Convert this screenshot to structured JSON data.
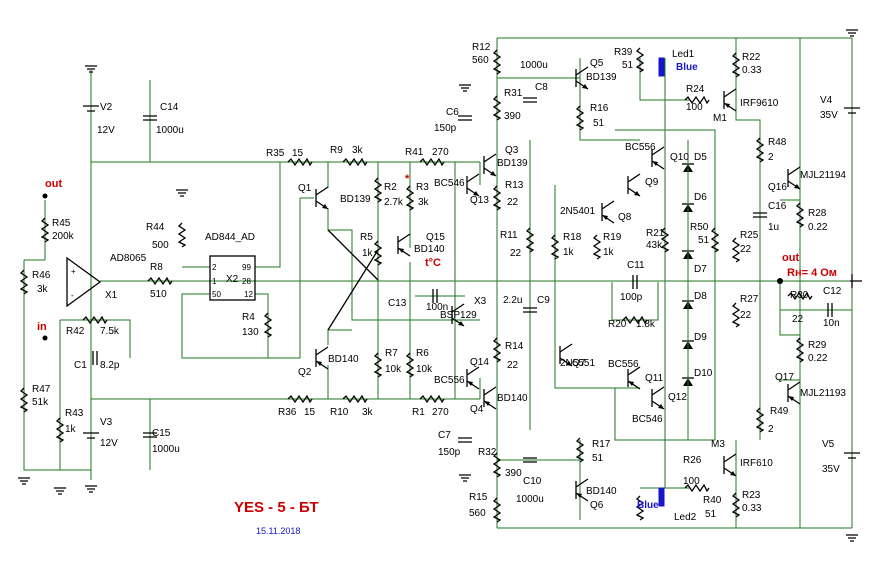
{
  "title": "YES - 5 - БТ",
  "date": "15.11.2018",
  "io": {
    "in": "in",
    "out": "out",
    "out_right": "out",
    "load": "Rн= 4 Ом",
    "temp": "t°C",
    "star": "*"
  },
  "resistors": [
    {
      "name": "R12",
      "value": "560"
    },
    {
      "name": "R31",
      "value": "390"
    },
    {
      "name": "R16",
      "value": "51"
    },
    {
      "name": "R39",
      "value": "51"
    },
    {
      "name": "R24",
      "value": "100"
    },
    {
      "name": "R22",
      "value": "0.33"
    },
    {
      "name": "R35",
      "value": "15"
    },
    {
      "name": "R9",
      "value": "3k"
    },
    {
      "name": "R41",
      "value": "270"
    },
    {
      "name": "R2",
      "value": "2.7k"
    },
    {
      "name": "R3",
      "value": "3k"
    },
    {
      "name": "R5",
      "value": "1k"
    },
    {
      "name": "R13",
      "value": "22"
    },
    {
      "name": "R11",
      "value": "22"
    },
    {
      "name": "R18",
      "value": "1k"
    },
    {
      "name": "R19",
      "value": "1k"
    },
    {
      "name": "R21",
      "value": "43k"
    },
    {
      "name": "R20",
      "value": "1.8k"
    },
    {
      "name": "R48",
      "value": "2"
    },
    {
      "name": "R28",
      "value": "0.22"
    },
    {
      "name": "R50",
      "value": "51"
    },
    {
      "name": "R25",
      "value": "22"
    },
    {
      "name": "R27",
      "value": "22"
    },
    {
      "name": "R30",
      "value": "22"
    },
    {
      "name": "R29",
      "value": "0.22"
    },
    {
      "name": "R49",
      "value": "2"
    },
    {
      "name": "R45",
      "value": "200k"
    },
    {
      "name": "R46",
      "value": "3k"
    },
    {
      "name": "R44",
      "value": "500"
    },
    {
      "name": "R8",
      "value": "510"
    },
    {
      "name": "R42",
      "value": "7.5k"
    },
    {
      "name": "R4",
      "value": "130"
    },
    {
      "name": "R47",
      "value": "51k"
    },
    {
      "name": "R43",
      "value": "1k"
    },
    {
      "name": "R36",
      "value": "15"
    },
    {
      "name": "R10",
      "value": "3k"
    },
    {
      "name": "R1",
      "value": "270"
    },
    {
      "name": "R7",
      "value": "10k"
    },
    {
      "name": "R6",
      "value": "10k"
    },
    {
      "name": "R14",
      "value": "22"
    },
    {
      "name": "R32",
      "value": "390"
    },
    {
      "name": "R15",
      "value": "560"
    },
    {
      "name": "R17",
      "value": "51"
    },
    {
      "name": "R26",
      "value": "100"
    },
    {
      "name": "R40",
      "value": "51"
    },
    {
      "name": "R23",
      "value": "0.33"
    }
  ],
  "capacitors": [
    {
      "name": "C14",
      "value": "1000u"
    },
    {
      "name": "C15",
      "value": "1000u"
    },
    {
      "name": "C6",
      "value": "150p"
    },
    {
      "name": "C7",
      "value": "150p"
    },
    {
      "name": "C8",
      "value": "1000u"
    },
    {
      "name": "C10",
      "value": "1000u"
    },
    {
      "name": "C11",
      "value": "100p"
    },
    {
      "name": "C9",
      "value": "2.2u"
    },
    {
      "name": "C13",
      "value": "100n"
    },
    {
      "name": "C16",
      "value": "1u"
    },
    {
      "name": "C12",
      "value": "10n"
    },
    {
      "name": "C1",
      "value": "8.2p"
    }
  ],
  "transistors": [
    {
      "name": "Q5",
      "type": "BD139"
    },
    {
      "name": "Q3",
      "type": "BD139"
    },
    {
      "name": "Q13",
      "type": "BC546"
    },
    {
      "name": "Q1",
      "type": "BD139"
    },
    {
      "name": "Q2",
      "type": "BD140"
    },
    {
      "name": "Q15",
      "type": "BD140"
    },
    {
      "name": "Q14",
      "type": "BC556"
    },
    {
      "name": "Q4",
      "type": "BD140"
    },
    {
      "name": "Q6",
      "type": "BD140"
    },
    {
      "name": "Q10",
      "type": "BC556"
    },
    {
      "name": "Q9",
      "type": ""
    },
    {
      "name": "Q8",
      "type": "2N5401"
    },
    {
      "name": "Q7",
      "type": "2N5551"
    },
    {
      "name": "Q11",
      "type": "BC556"
    },
    {
      "name": "Q12",
      "type": "BC546"
    },
    {
      "name": "Q16",
      "type": "MJL21194"
    },
    {
      "name": "Q17",
      "type": "MJL21193"
    },
    {
      "name": "M1",
      "type": "IRF9610"
    },
    {
      "name": "M3",
      "type": "IRF610"
    },
    {
      "name": "X3",
      "type": "BSP129"
    }
  ],
  "diodes": [
    "D5",
    "D6",
    "D7",
    "D8",
    "D9",
    "D10"
  ],
  "leds": [
    {
      "name": "Led1",
      "color": "Blue"
    },
    {
      "name": "Led2",
      "color": "Blue"
    }
  ],
  "ics": [
    {
      "name": "X1",
      "type": "AD8065"
    },
    {
      "name": "X2",
      "type": "AD844_AD",
      "pins": [
        "2",
        "1",
        "50",
        "99",
        "28",
        "12"
      ]
    }
  ],
  "supplies": [
    {
      "name": "V2",
      "value": "12V"
    },
    {
      "name": "V3",
      "value": "12V"
    },
    {
      "name": "V4",
      "value": "35V"
    },
    {
      "name": "V5",
      "value": "35V"
    }
  ],
  "colors": {
    "wire": "#1f7a1f",
    "component": "#000000",
    "accent_red": "#cc0000",
    "accent_blue": "#1515cc"
  }
}
